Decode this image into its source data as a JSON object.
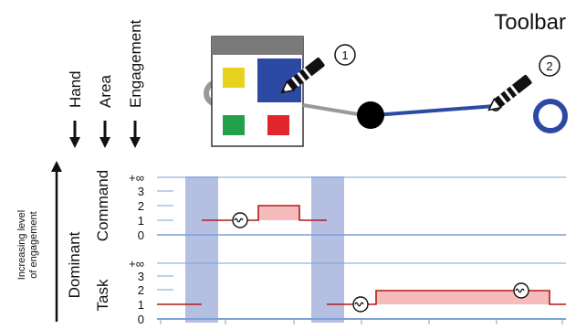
{
  "title": "Toolbar",
  "callouts": [
    "1",
    "2"
  ],
  "column_headers": [
    "Hand",
    "Area",
    "Engagement"
  ],
  "side_label": [
    "Increasing level",
    "of engagement"
  ],
  "hand_label": "Dominant",
  "rows": [
    {
      "name": "Command",
      "ticks": [
        "+∞",
        "3",
        "2",
        "1",
        "0"
      ]
    },
    {
      "name": "Task",
      "ticks": [
        "+∞",
        "3",
        "2",
        "1",
        "0"
      ]
    }
  ],
  "palette_colors": [
    "#e8d21e",
    "#2c4aa3",
    "#23a04a",
    "#e0262b"
  ],
  "colors": {
    "track": "#2c4aa3",
    "highlight": "#b4bfe2",
    "level_line": "#b01c1c",
    "level_fill": "#f6bcbc",
    "axis": "#7da0d6"
  },
  "icons": [
    "pen-icon",
    "tilde-circle-icon",
    "cursor-ring-icon",
    "arrow-down-icon"
  ]
}
